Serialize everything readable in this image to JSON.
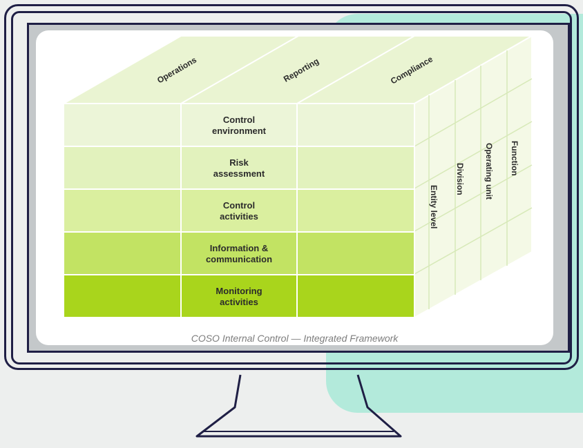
{
  "diagram": {
    "top_labels": [
      "Operations",
      "Reporting",
      "Compliance"
    ],
    "rows": [
      {
        "lines": [
          "Control",
          "environment"
        ],
        "color": "#ecf5d8"
      },
      {
        "lines": [
          "Risk",
          "assessment"
        ],
        "color": "#e2f2bd"
      },
      {
        "lines": [
          "Control",
          "activities"
        ],
        "color": "#daef9f"
      },
      {
        "lines": [
          "Information &",
          "communication"
        ],
        "color": "#c2e363"
      },
      {
        "lines": [
          "Monitoring",
          "activities"
        ],
        "color": "#a9d51c"
      }
    ],
    "side_labels": [
      "Entity level",
      "Division",
      "Operating unit",
      "Function"
    ],
    "caption": "COSO Internal Control — Integrated Framework"
  },
  "colors": {
    "background": "#edefee",
    "accent": "#b3eadb",
    "monitor_frame": "#1f1f45",
    "top_face": "#eaf4d2",
    "side_face": "#f4f9e6"
  }
}
